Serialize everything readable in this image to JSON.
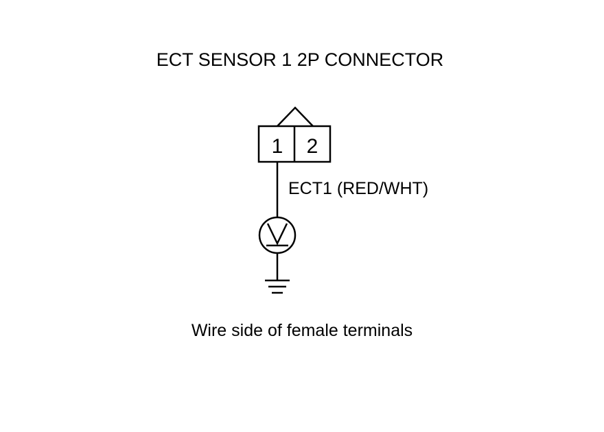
{
  "title": "ECT SENSOR 1 2P CONNECTOR",
  "connector": {
    "pins": [
      "1",
      "2"
    ]
  },
  "wire": {
    "label": "ECT1 (RED/WHT)",
    "pin": "1"
  },
  "meter": {
    "symbol": "V",
    "icon": "voltmeter-icon"
  },
  "ground": {
    "icon": "ground-icon"
  },
  "caption": "Wire side of female terminals",
  "colors": {
    "line": "#000000",
    "background": "#ffffff"
  }
}
